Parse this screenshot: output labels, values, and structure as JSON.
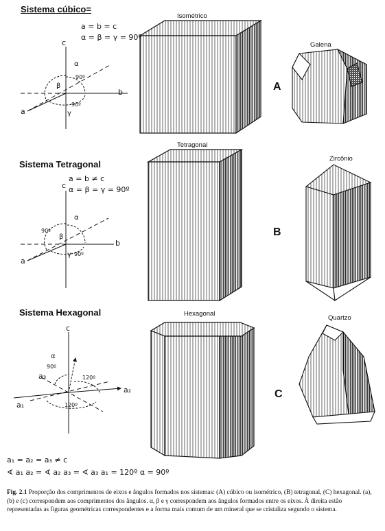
{
  "sections": [
    {
      "title": "Sistema cúbico=",
      "eq1": "a = b = c",
      "eq2": "α = β = γ = 90º",
      "axes": {
        "c": "c",
        "b": "b",
        "a": "a"
      },
      "angles": {
        "alpha": "α",
        "beta": "β",
        "gamma": "γ",
        "ang1": "90º",
        "ang2": "90º"
      },
      "shape_label": "Isométrico",
      "mineral_label": "Galena",
      "letter": "A"
    },
    {
      "title": "Sistema Tetragonal",
      "eq1": "a = b ≠ c",
      "eq2": "α = β = γ = 90º",
      "axes": {
        "c": "c",
        "b": "b",
        "a": "a"
      },
      "angles": {
        "alpha": "α",
        "beta": "β",
        "gamma": "γ",
        "ang1": "90º",
        "ang2": "90º"
      },
      "shape_label": "Tetragonal",
      "mineral_label": "Zircônio",
      "letter": "B"
    },
    {
      "title": "Sistema Hexagonal",
      "axes": {
        "c": "c",
        "a1": "a₁",
        "a2": "a₂",
        "a3": "a₃"
      },
      "angles": {
        "alpha": "α",
        "ang1": "90º",
        "ang2": "120º",
        "ang3": "120º"
      },
      "eq1": "a₁ = a₂ = a₃ ≠ c",
      "eq2": "∢ a₁ a₂ = ∢ a₂ a₃ = ∢ a₃ a₁ = 120º  α = 90º",
      "shape_label": "Hexagonal",
      "mineral_label": "Quartzo",
      "letter": "C"
    }
  ],
  "caption": {
    "fig": "Fig. 2.1",
    "text": " Proporção dos comprimentos de eixos e ângulos formados nos sistemas: (A) cúbico ou isométrico, (B) tetragonal, (C) hexagonal. (a), (b) e (c) correspondem aos comprimentos dos ângulos. α, β e γ correspondem aos ângulos formados entre os eixos. À direita estão representadas as figuras geométricas correspondentes e a forma mais comum de um mineral que se cristaliza segundo o sistema."
  }
}
